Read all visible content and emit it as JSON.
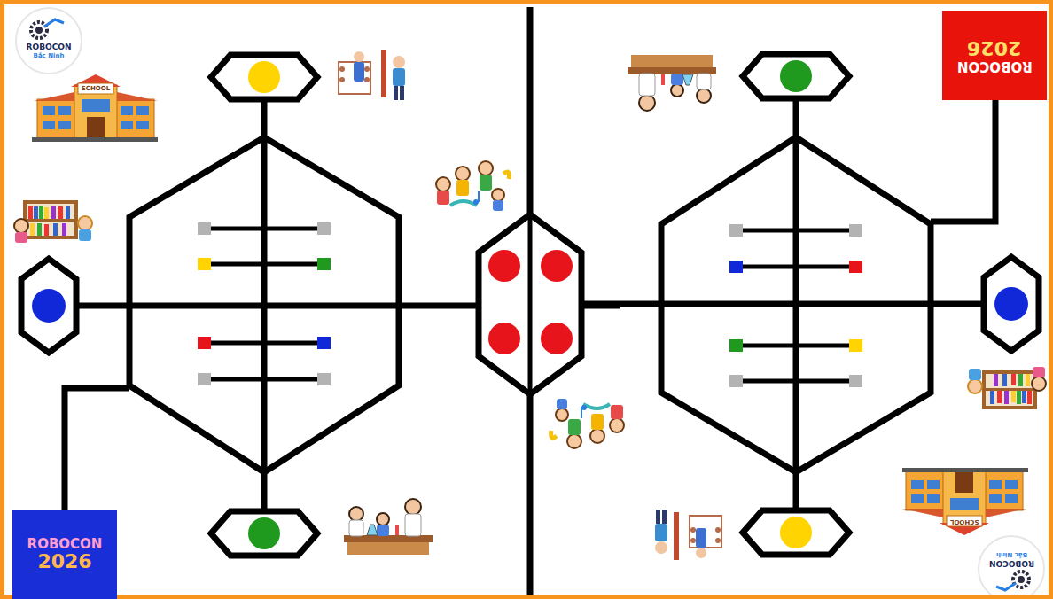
{
  "diagram": {
    "nodes": [
      {
        "text": [
          "ROBOCON",
          "2026"
        ]
      },
      {
        "text": [
          "ROBOCON",
          "2026"
        ]
      }
    ],
    "labels": [
      "ROBOCON",
      "Bắc Ninh",
      "SCHOOL",
      "SCHOOL",
      "Bắc Ninh",
      "ROBOCON"
    ]
  }
}
